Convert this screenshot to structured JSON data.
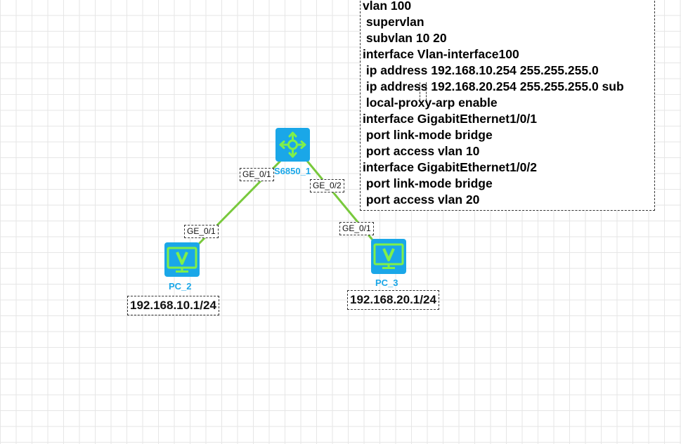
{
  "config": {
    "lines": [
      "vlan 100",
      " supervlan",
      " subvlan 10 20",
      "interface Vlan-interface100",
      " ip address 192.168.10.254 255.255.255.0",
      " ip address 192.168.20.254 255.255.255.0 sub",
      " local-proxy-arp enable",
      "interface GigabitEthernet1/0/1",
      " port link-mode bridge",
      " port access vlan 10",
      "interface GigabitEthernet1/0/2",
      " port link-mode bridge",
      " port access vlan 20"
    ]
  },
  "devices": {
    "switch": {
      "name": "S6850_1",
      "icon": "switch-icon"
    },
    "pc2": {
      "name": "PC_2",
      "ip": "192.168.10.1/24",
      "icon": "monitor-icon"
    },
    "pc3": {
      "name": "PC_3",
      "ip": "192.168.20.1/24",
      "icon": "monitor-icon"
    }
  },
  "ports": {
    "switch_to_pc2": "GE_0/1",
    "switch_to_pc3": "GE_0/2",
    "pc2_port": "GE_0/1",
    "pc3_port": "GE_0/1"
  },
  "colors": {
    "device": "#1aa7e8",
    "device_glyph": "#7ff04a",
    "link": "#78c93c"
  }
}
